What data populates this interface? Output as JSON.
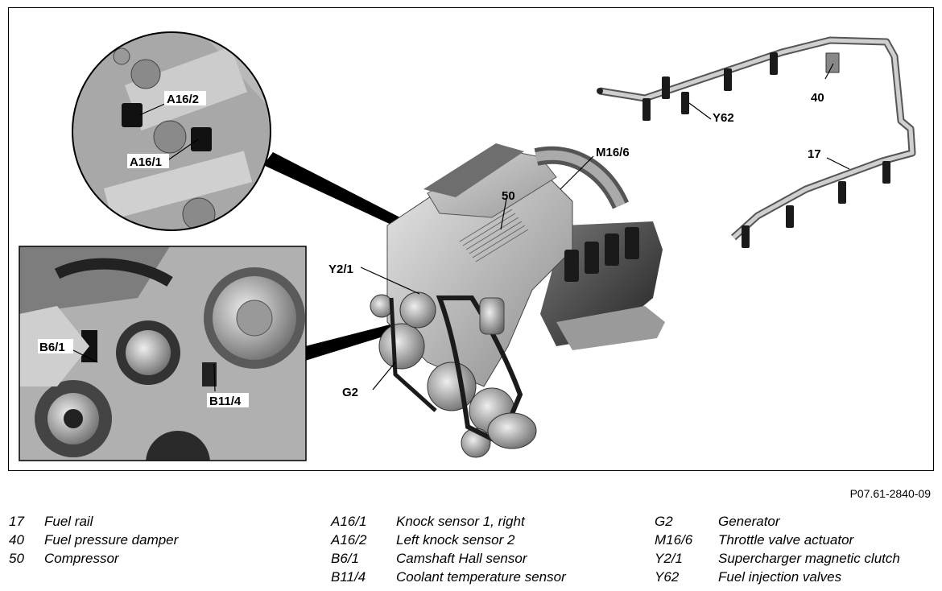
{
  "figure_id": "P07.61-2840-09",
  "callouts": {
    "a16_2": "A16/2",
    "a16_1": "A16/1",
    "m16_6": "M16/6",
    "c50": "50",
    "y62": "Y62",
    "c40": "40",
    "c17": "17",
    "y2_1": "Y2/1",
    "b6_1": "B6/1",
    "b11_4": "B11/4",
    "g2": "G2"
  },
  "legend": {
    "col1": [
      {
        "code": "17",
        "desc": "Fuel rail"
      },
      {
        "code": "40",
        "desc": "Fuel pressure damper"
      },
      {
        "code": "50",
        "desc": "Compressor"
      }
    ],
    "col2": [
      {
        "code": "A16/1",
        "desc": "Knock sensor 1, right"
      },
      {
        "code": "A16/2",
        "desc": "Left knock sensor 2"
      },
      {
        "code": "B6/1",
        "desc": "Camshaft Hall sensor"
      },
      {
        "code": "B11/4",
        "desc": "Coolant temperature sensor"
      }
    ],
    "col3": [
      {
        "code": "G2",
        "desc": "Generator"
      },
      {
        "code": "M16/6",
        "desc": "Throttle valve actuator"
      },
      {
        "code": "Y2/1",
        "desc": "Supercharger magnetic clutch"
      },
      {
        "code": "Y62",
        "desc": "Fuel injection valves"
      }
    ]
  }
}
